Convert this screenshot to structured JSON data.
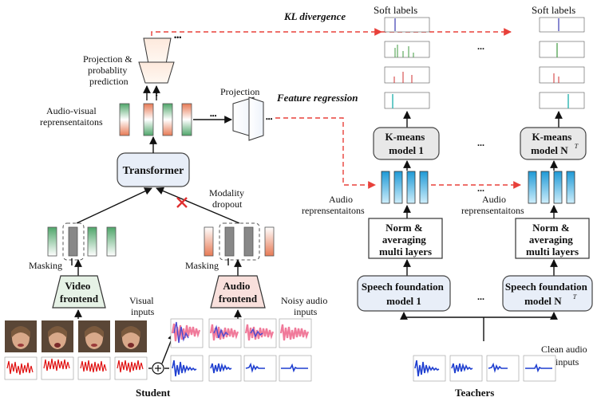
{
  "student": {
    "caption": "Student",
    "video_frontend": [
      "Video",
      "frontend"
    ],
    "audio_frontend": [
      "Audio",
      "frontend"
    ],
    "transformer": "Transformer",
    "visual_inputs": [
      "Visual",
      "inputs"
    ],
    "noisy_audio_inputs": [
      "Noisy audio",
      "inputs"
    ],
    "masking": "Masking",
    "modality_dropout": [
      "Modality",
      "dropout"
    ],
    "av_representations": [
      "Audio-visual",
      "reprensentaitons"
    ],
    "proj_prob": [
      "Projection &",
      "probablity",
      "prediction"
    ],
    "projection": "Projection",
    "dots": "•••"
  },
  "losses": {
    "kl": "KL divergence",
    "feature_regression": "Feature regression"
  },
  "teachers": {
    "caption": "Teachers",
    "clean_audio_inputs": [
      "Clean audio",
      "inputs"
    ],
    "soft_labels": "Soft labels",
    "audio_representations": [
      "Audio",
      "reprensentaitons"
    ],
    "norm_avg": [
      "Norm &",
      "averaging",
      "multi layers"
    ],
    "speech_fm_1": [
      "Speech foundation",
      "model 1"
    ],
    "speech_fm_n": [
      "Speech foundation",
      "model N"
    ],
    "kmeans_1": [
      "K-means",
      "model 1"
    ],
    "kmeans_n": [
      "K-means",
      "model N"
    ],
    "superscript": "T",
    "ellipsis": "..."
  },
  "colors": {
    "red_dash": "#e8403a",
    "box_fill": "#eaf0f8",
    "frontend_green": "#e6f2e6",
    "frontend_red": "#f9e0dc",
    "audio_rep_blue": "#4ab0e6",
    "wave_blue": "#1f3fd0",
    "wave_red": "#e01010"
  }
}
